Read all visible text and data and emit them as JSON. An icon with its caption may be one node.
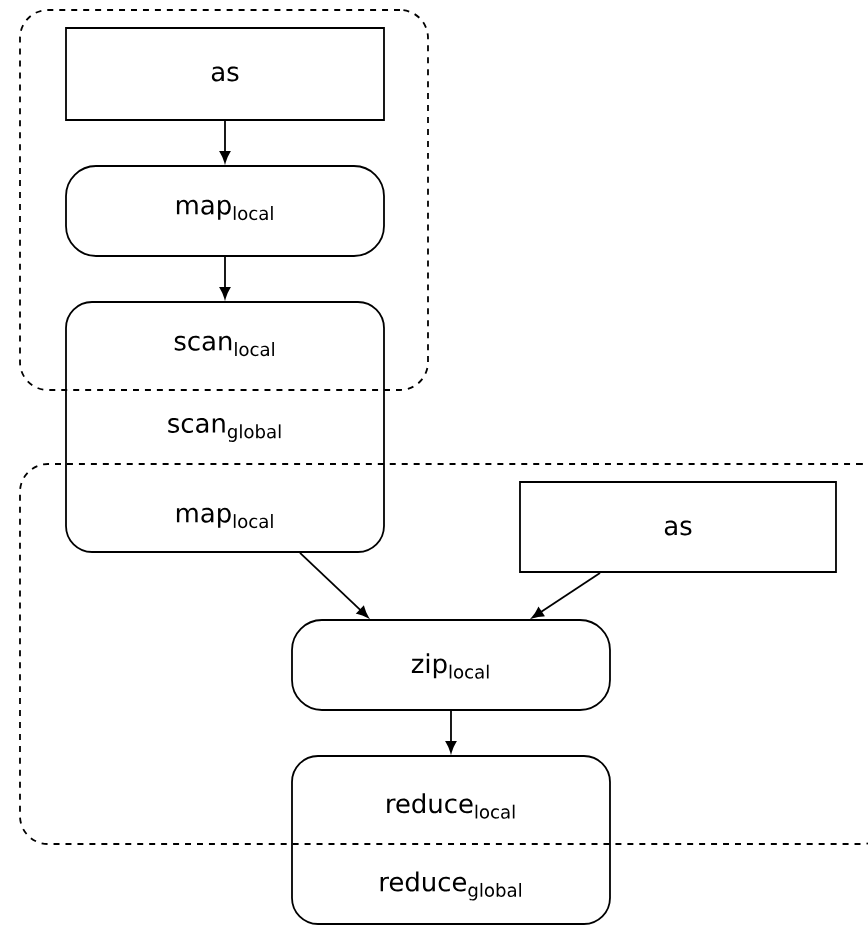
{
  "diagram": {
    "nodes": [
      {
        "text": [],
        "shape": "box"
      },
      {
        "text": [
          "as"
        ],
        "in": 0
      },
      {
        "text": [
          "map$_{local}$"
        ],
        "in": 0
      },
      {
        "text": [
          "scan$_{local}$",
          "scan$_{global}$",
          "map$_{local}$"
        ]
      },
      {
        "text": [],
        "shape": "box"
      },
      {
        "text": [
          "as"
        ],
        "in": 4
      },
      {
        "text": [
          "zip$_{local}$"
        ],
        "in": 4
      },
      {
        "text": [
          "reduce$_{local}$",
          "reduce$_{global}$"
        ]
      }
    ],
    "edges": [
      {
        "from": 1,
        "to": 2,
        "arrow": "to"
      },
      {
        "from": 2,
        "to": 3,
        "arrow": "to"
      },
      {
        "from": 3,
        "to": 6,
        "arrow": "to"
      },
      {
        "from": 5,
        "to": 6,
        "arrow": "to"
      },
      {
        "from": 6,
        "to": 7,
        "arrow": "to"
      }
    ]
  }
}
